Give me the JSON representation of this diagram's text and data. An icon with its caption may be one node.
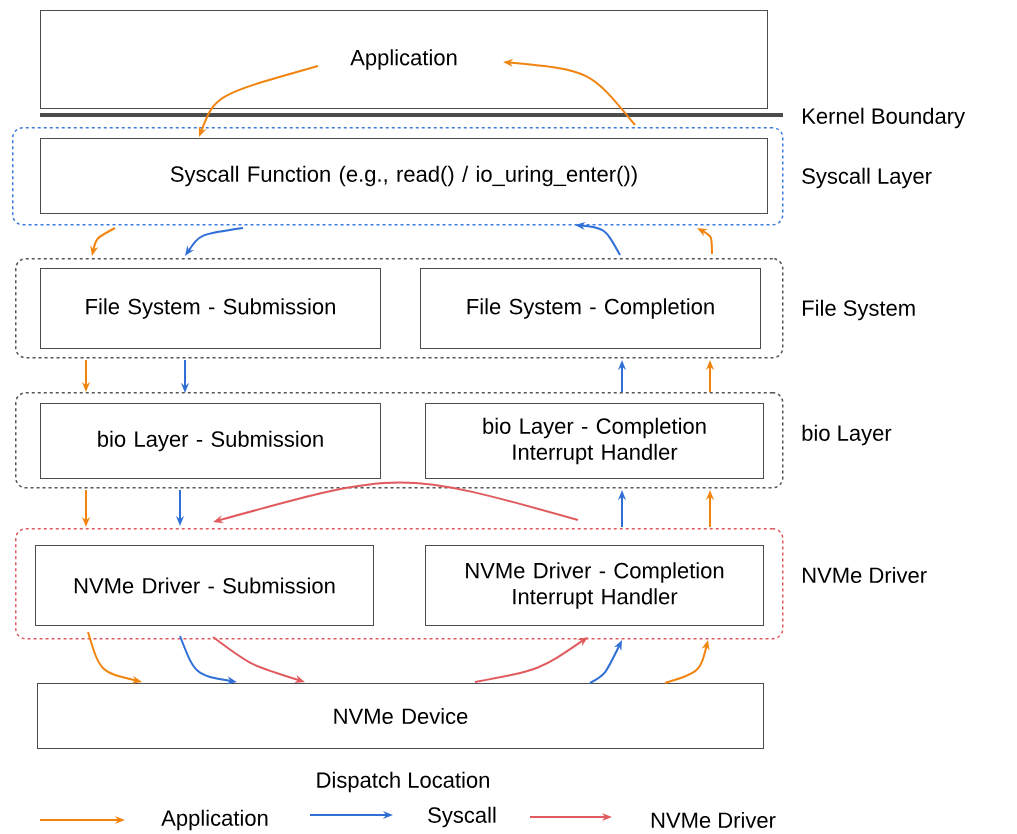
{
  "diagram": {
    "nodes": [
      {
        "text": [
          "Application"
        ]
      },
      {
        "text": [
          "Syscall Layer"
        ]
      },
      {
        "text": [
          "Syscall Function (e.g., read() / io_uring_enter())"
        ],
        "in": 1
      },
      {
        "text": [
          "File System"
        ]
      },
      {
        "text": [
          "File System - Submission"
        ],
        "in": 3
      },
      {
        "text": [
          "File System - Completion"
        ],
        "in": 3
      },
      {
        "text": [
          "bio Layer"
        ]
      },
      {
        "text": [
          "bio Layer - Submission"
        ],
        "in": 6
      },
      {
        "text": [
          "bio Layer - Completion Interrupt Handler"
        ],
        "in": 6
      },
      {
        "text": [
          "NVMe Driver"
        ]
      },
      {
        "text": [
          "NVMe Driver - Submission"
        ],
        "in": 9
      },
      {
        "text": [
          "NVMe Driver - Completion Interrupt Handler"
        ],
        "in": 9
      },
      {
        "text": [
          "NVMe Device"
        ]
      }
    ],
    "edges": [
      {
        "from": 0,
        "to": 2,
        "arrow": "to",
        "color": "#f0840f"
      },
      {
        "from": 2,
        "to": 4,
        "arrow": "to",
        "color": "#f0840f"
      },
      {
        "from": 4,
        "to": 7,
        "arrow": "to",
        "color": "#f0840f"
      },
      {
        "from": 7,
        "to": 10,
        "arrow": "to",
        "color": "#f0840f"
      },
      {
        "from": 10,
        "to": 12,
        "arrow": "to",
        "color": "#f0840f"
      },
      {
        "from": 12,
        "to": 11,
        "arrow": "to",
        "color": "#f0840f"
      },
      {
        "from": 11,
        "to": 8,
        "arrow": "to",
        "color": "#f0840f"
      },
      {
        "from": 8,
        "to": 5,
        "arrow": "to",
        "color": "#f0840f"
      },
      {
        "from": 5,
        "to": 2,
        "arrow": "to",
        "color": "#f0840f"
      },
      {
        "from": 2,
        "to": 0,
        "arrow": "to",
        "color": "#f0840f"
      },
      {
        "from": 2,
        "to": 4,
        "arrow": "to",
        "color": "#2f6fd6"
      },
      {
        "from": 4,
        "to": 7,
        "arrow": "to",
        "color": "#2f6fd6"
      },
      {
        "from": 7,
        "to": 10,
        "arrow": "to",
        "color": "#2f6fd6"
      },
      {
        "from": 10,
        "to": 12,
        "arrow": "to",
        "color": "#2f6fd6"
      },
      {
        "from": 12,
        "to": 11,
        "arrow": "to",
        "color": "#2f6fd6"
      },
      {
        "from": 11,
        "to": 8,
        "arrow": "to",
        "color": "#2f6fd6"
      },
      {
        "from": 8,
        "to": 5,
        "arrow": "to",
        "color": "#2f6fd6"
      },
      {
        "from": 5,
        "to": 2,
        "arrow": "to",
        "color": "#2f6fd6"
      },
      {
        "from": 10,
        "to": 12,
        "arrow": "to",
        "color": "#e05a5e"
      },
      {
        "from": 12,
        "to": 11,
        "arrow": "to",
        "color": "#e05a5e"
      },
      {
        "from": 11,
        "to": 10,
        "arrow": "to",
        "color": "#e05a5e"
      }
    ],
    "labels": [
      "Kernel Boundary",
      "Dispatch Location"
    ],
    "legend": [
      {
        "text": "Application"
      },
      {
        "text": "Syscall"
      },
      {
        "text": "NVMe Driver"
      }
    ]
  }
}
